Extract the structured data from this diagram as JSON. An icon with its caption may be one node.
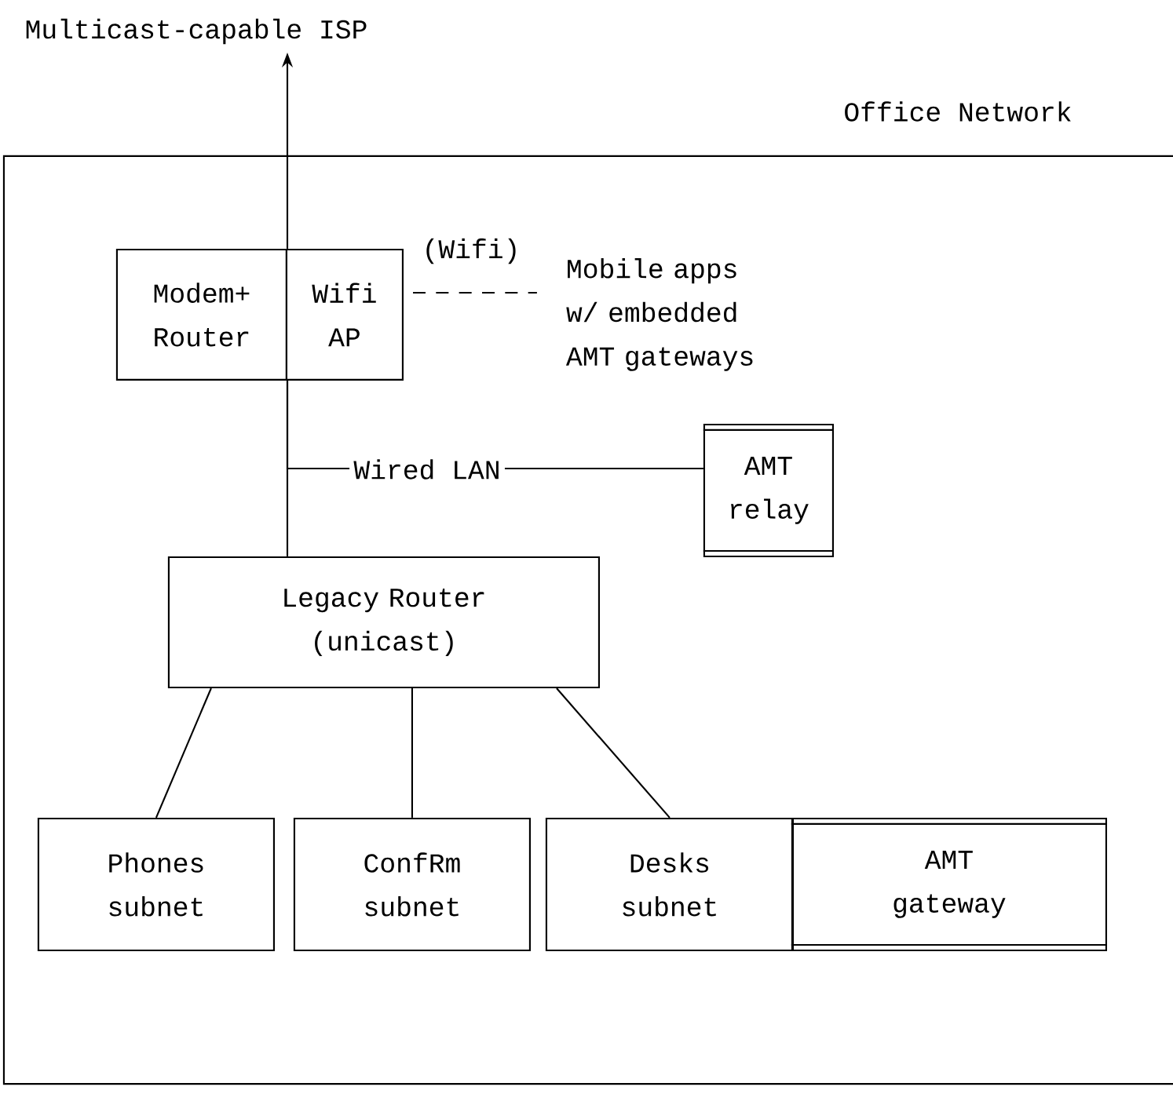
{
  "diagram": {
    "nodes": [
      {
        "text": [
          "Multicast-capable ISP"
        ]
      },
      {
        "text": [
          "Office Network"
        ]
      },
      {
        "text": [
          "Modem+ Router"
        ],
        "in": 1
      },
      {
        "text": [
          "Wifi AP"
        ],
        "in": 1
      },
      {
        "text": [
          "Mobile apps w/ embedded AMT gateways"
        ],
        "in": 1
      },
      {
        "text": [
          "AMT relay"
        ],
        "in": 1
      },
      {
        "text": [
          "Legacy Router (unicast)"
        ],
        "in": 1
      },
      {
        "text": [
          "Phones subnet"
        ],
        "in": 1
      },
      {
        "text": [
          "ConfRm subnet"
        ],
        "in": 1
      },
      {
        "text": [
          "Desks subnet"
        ],
        "in": 1
      },
      {
        "text": [
          "AMT gateway"
        ],
        "in": 1
      }
    ],
    "edges": [
      {
        "from": 2,
        "to": 0,
        "arrow": "to"
      },
      {
        "from": 3,
        "to": 4,
        "arrow": "none",
        "style": "dashed",
        "label": "(Wifi)"
      },
      {
        "from": 2,
        "to": 6,
        "arrow": "none"
      },
      {
        "from": 2,
        "to": 5,
        "arrow": "none",
        "label": "Wired LAN"
      },
      {
        "from": 6,
        "to": 7,
        "arrow": "none"
      },
      {
        "from": 6,
        "to": 8,
        "arrow": "none"
      },
      {
        "from": 6,
        "to": 9,
        "arrow": "none"
      }
    ]
  }
}
